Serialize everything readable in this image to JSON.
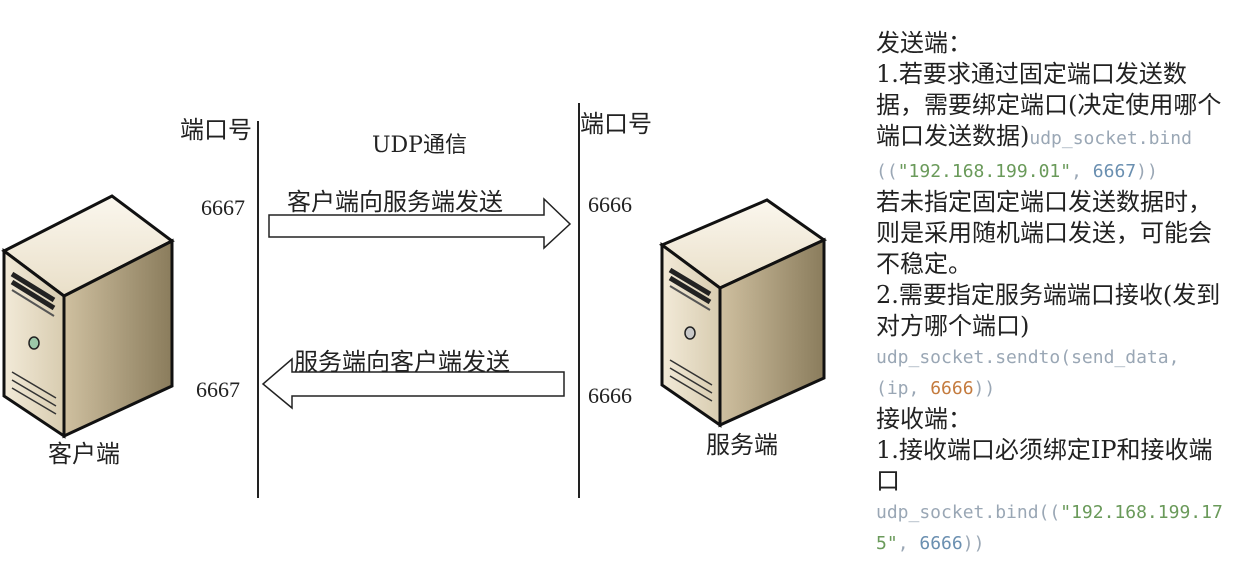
{
  "left_node": {
    "label": "客户端",
    "port_header": "端口号",
    "send_port": "6667",
    "recv_port": "6667"
  },
  "right_node": {
    "label": "服务端",
    "port_header": "端口号",
    "recv_port": "6666",
    "send_port": "6666"
  },
  "protocol_label": "UDP通信",
  "arrows": {
    "to_server": "客户端向服务端发送",
    "to_client": "服务端向客户端发送"
  },
  "notes": {
    "sender_title": "发送端：",
    "sender_point1_text": "1.若要求通过固定端口发送数据，需要绑定端口(决定使用哪个端口发送数据)",
    "sender_point1_code_fn": "udp_socket.bind((",
    "sender_point1_code_str": "\"192.168.199.01\"",
    "sender_point1_code_sep": ", ",
    "sender_point1_code_num": "6667",
    "sender_point1_code_end": "))",
    "sender_note": "若未指定固定端口发送数据时，则是采用随机端口发送，可能会不稳定。",
    "sender_point2_text": "2.需要指定服务端端口接收(发到对方哪个端口)",
    "sender_point2_code_fn": "udp_socket.sendto(send_data,",
    "sender_point2_code_fn2": "(ip, ",
    "sender_point2_code_num": "6666",
    "sender_point2_code_end": "))",
    "receiver_title": "接收端：",
    "receiver_point1_text": "1.接收端口必须绑定IP和接收端口",
    "receiver_point1_code_fn": "udp_socket.bind((",
    "receiver_point1_code_str": "\"192.168.199.175\"",
    "receiver_point1_code_sep": ", ",
    "receiver_point1_code_num": "6666",
    "receiver_point1_code_end": "))"
  }
}
